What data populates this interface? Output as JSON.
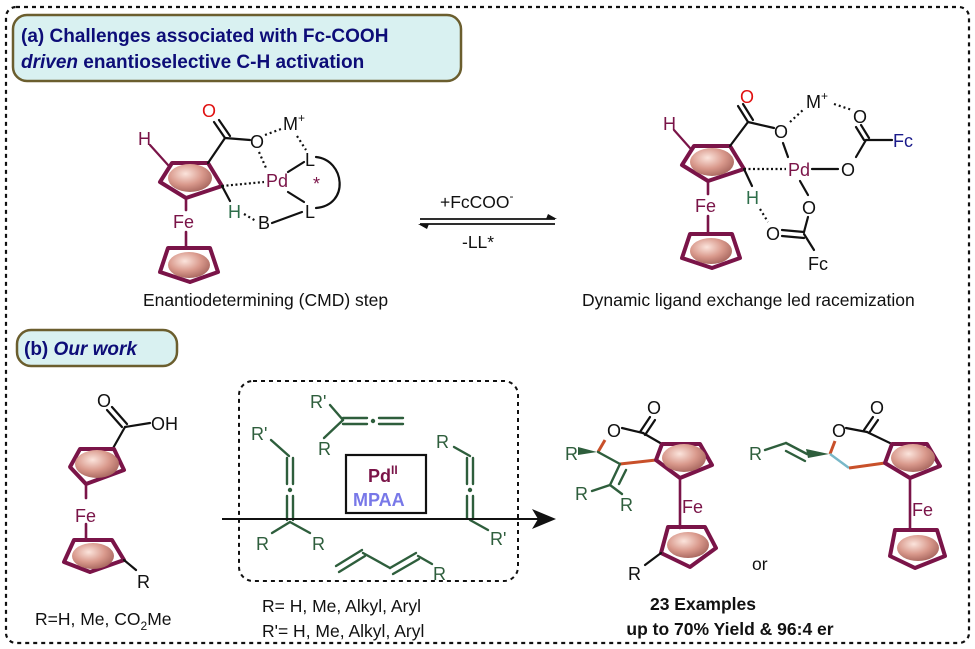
{
  "panel_a": {
    "header_line1": "(a) Challenges associated with Fc-COOH",
    "header_line2_italic": "driven",
    "header_line2_rest": " enantioselective C-H activation",
    "left_structure": {
      "atoms": {
        "O_carbonyl": "O",
        "O_ester": "O",
        "M": "M",
        "M_charge": "+",
        "Pd": "Pd",
        "L_top": "L",
        "L_bottom": "L",
        "star": "*",
        "H_cp": "H",
        "H_activated": "H",
        "B": "B",
        "Fe": "Fe"
      },
      "caption": "Enantiodetermining (CMD) step"
    },
    "equilibrium": {
      "forward_label": "+FcCOO",
      "forward_superscript": "-",
      "reverse_label": "-LL*"
    },
    "right_structure": {
      "atoms": {
        "O_carbonyl": "O",
        "O_ester": "O",
        "M": "M",
        "M_charge": "+",
        "Pd": "Pd",
        "O_right": "O",
        "O_right_carbonyl": "O",
        "Fc_right": "Fc",
        "O_bottom": "O",
        "O_bottom_carbonyl": "O",
        "Fc_bottom": "Fc",
        "H_cp": "H",
        "H_activated": "H",
        "Fe": "Fe"
      },
      "caption": "Dynamic ligand exchange led racemization"
    }
  },
  "panel_b": {
    "header_prefix": "(b) ",
    "header_italic": "Our work",
    "substrate": {
      "atoms": {
        "O": "O",
        "OH": "OH",
        "Fe": "Fe",
        "R": "R"
      },
      "caption_prefix": "R=H, Me, CO",
      "caption_sub": "2",
      "caption_suffix": "Me"
    },
    "reagents": {
      "labels": {
        "allene1_R1": "R'",
        "allene1_R2": "R",
        "allene2_R1": "R'",
        "allene2_R2": "R",
        "allene2_R3": "R",
        "allene3_R1": "R",
        "allene3_R2": "R'",
        "diene_R": "R"
      },
      "catalyst": "Pd",
      "catalyst_superscript": "II",
      "ligand": "MPAA",
      "caption_line1": "R= H, Me, Alkyl, Aryl",
      "caption_line2": "R'= H, Me, Alkyl, Aryl"
    },
    "products": {
      "product1_atoms": {
        "O1": "O",
        "O2": "O",
        "R1": "R",
        "R2": "R",
        "R3": "R",
        "R4": "R",
        "Fe": "Fe"
      },
      "separator": "or",
      "product2_atoms": {
        "O1": "O",
        "O2": "O",
        "R": "R",
        "Fe": "Fe"
      },
      "summary_line1": "23 Examples",
      "summary_line2": "up to 70% Yield & 96:4 er"
    }
  },
  "colors": {
    "header_text": "#0d0d78",
    "header_fill": "#d9f1f1",
    "header_border": "#6b5e2e",
    "ferrocene": "#7a1448",
    "cp_ellipse": "#d99a8e",
    "oxygen_red": "#e01010",
    "hydrogen_green": "#2e6e4a",
    "reagent_green": "#2e5e3c",
    "fc_blue": "#1a1a8a",
    "mpaa": "#7878e8",
    "new_bond": "#c8502a",
    "new_bond_alt": "#78b8c8"
  }
}
